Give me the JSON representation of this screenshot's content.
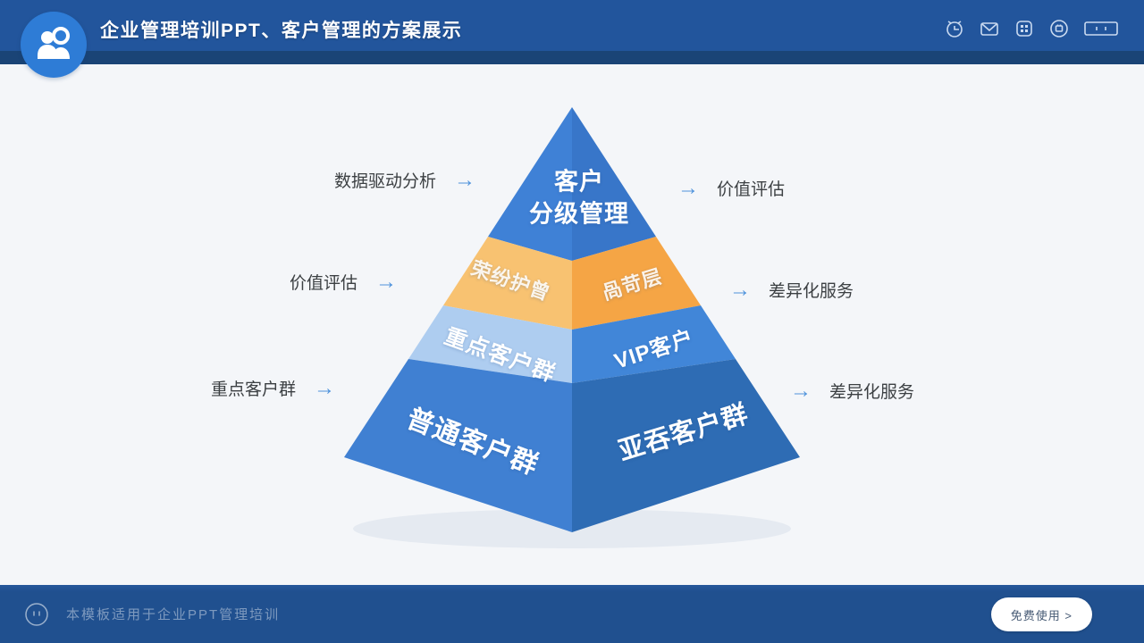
{
  "header": {
    "title": "企业管理培训PPT、客户管理的方案展示",
    "icons": [
      {
        "name": "alarm-clock-icon"
      },
      {
        "name": "mail-icon"
      },
      {
        "name": "apps-grid-icon"
      },
      {
        "name": "badge-circle-icon"
      },
      {
        "name": "display-panel-icon"
      }
    ]
  },
  "pyramid": {
    "top": {
      "line1": "客户",
      "line2": "分级管理"
    },
    "tier2": {
      "left": "荣纷护曾",
      "right": "咼苛层"
    },
    "tier3": {
      "left": "重点客户群",
      "right": "VIP客户"
    },
    "tier4": {
      "left": "普通客户群",
      "right": "亚吞客户群"
    },
    "colors": {
      "tier1_left": "#3f81d6",
      "tier1_right": "#3876c9",
      "tier2_left": "#f8c271",
      "tier2_right": "#f5a545",
      "tier3_left": "#aecdf0",
      "tier3_right": "#4186d8",
      "tier4_left": "#4080d2",
      "tier4_right": "#2e6cb4"
    }
  },
  "annotations": {
    "arrow_glyph": "→",
    "left": [
      {
        "text": "数据驱动分析"
      },
      {
        "text": "价值评估"
      },
      {
        "text": "重点客户群"
      }
    ],
    "right": [
      {
        "text": "价值评估"
      },
      {
        "text": "差异化服务"
      },
      {
        "text": "差异化服务"
      }
    ]
  },
  "footer": {
    "note": "本模板适用于企业PPT管理培训",
    "button_label": "免费使用 >"
  },
  "theme": {
    "header_bg": "#22559c",
    "accent_blue": "#4f93dc",
    "canvas_bg": "#f4f6f9"
  }
}
